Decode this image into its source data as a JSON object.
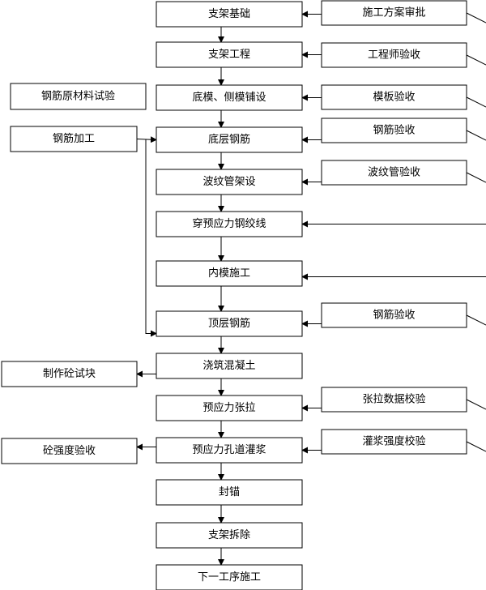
{
  "main_steps": [
    {
      "id": "s1",
      "label": "支架基础"
    },
    {
      "id": "s2",
      "label": "支架工程"
    },
    {
      "id": "s3",
      "label": "底模、侧模铺设"
    },
    {
      "id": "s4",
      "label": "底层钢筋"
    },
    {
      "id": "s5",
      "label": "波纹管架设"
    },
    {
      "id": "s6",
      "label": "穿预应力钢绞线"
    },
    {
      "id": "s7",
      "label": "内模施工"
    },
    {
      "id": "s8",
      "label": "顶层钢筋"
    },
    {
      "id": "s9",
      "label": "浇筑混凝土"
    },
    {
      "id": "s10",
      "label": "预应力张拉"
    },
    {
      "id": "s11",
      "label": "预应力孔道灌浆"
    },
    {
      "id": "s12",
      "label": "封锚"
    },
    {
      "id": "s13",
      "label": "支架拆除"
    },
    {
      "id": "s14",
      "label": "下一工序施工"
    }
  ],
  "right_checks": [
    {
      "id": "r1",
      "label": "施工方案审批",
      "target": "s1"
    },
    {
      "id": "r2",
      "label": "工程师验收",
      "target": "s2"
    },
    {
      "id": "r3",
      "label": "模板验收",
      "target": "s3"
    },
    {
      "id": "r4",
      "label": "钢筋验收",
      "target": "s4"
    },
    {
      "id": "r5",
      "label": "波纹管验收",
      "target": "s5"
    },
    {
      "id": "r6",
      "label": "钢筋验收",
      "target": "s8"
    },
    {
      "id": "r7",
      "label": "张拉数据校验",
      "target": "s10"
    },
    {
      "id": "r8",
      "label": "灌浆强度校验",
      "target": "s11"
    }
  ],
  "left_boxes": [
    {
      "id": "l1",
      "label": "钢筋原材料试验"
    },
    {
      "id": "l2",
      "label": "钢筋加工"
    },
    {
      "id": "l3",
      "label": "制作砼试块"
    },
    {
      "id": "l4",
      "label": "砼强度验收"
    }
  ]
}
